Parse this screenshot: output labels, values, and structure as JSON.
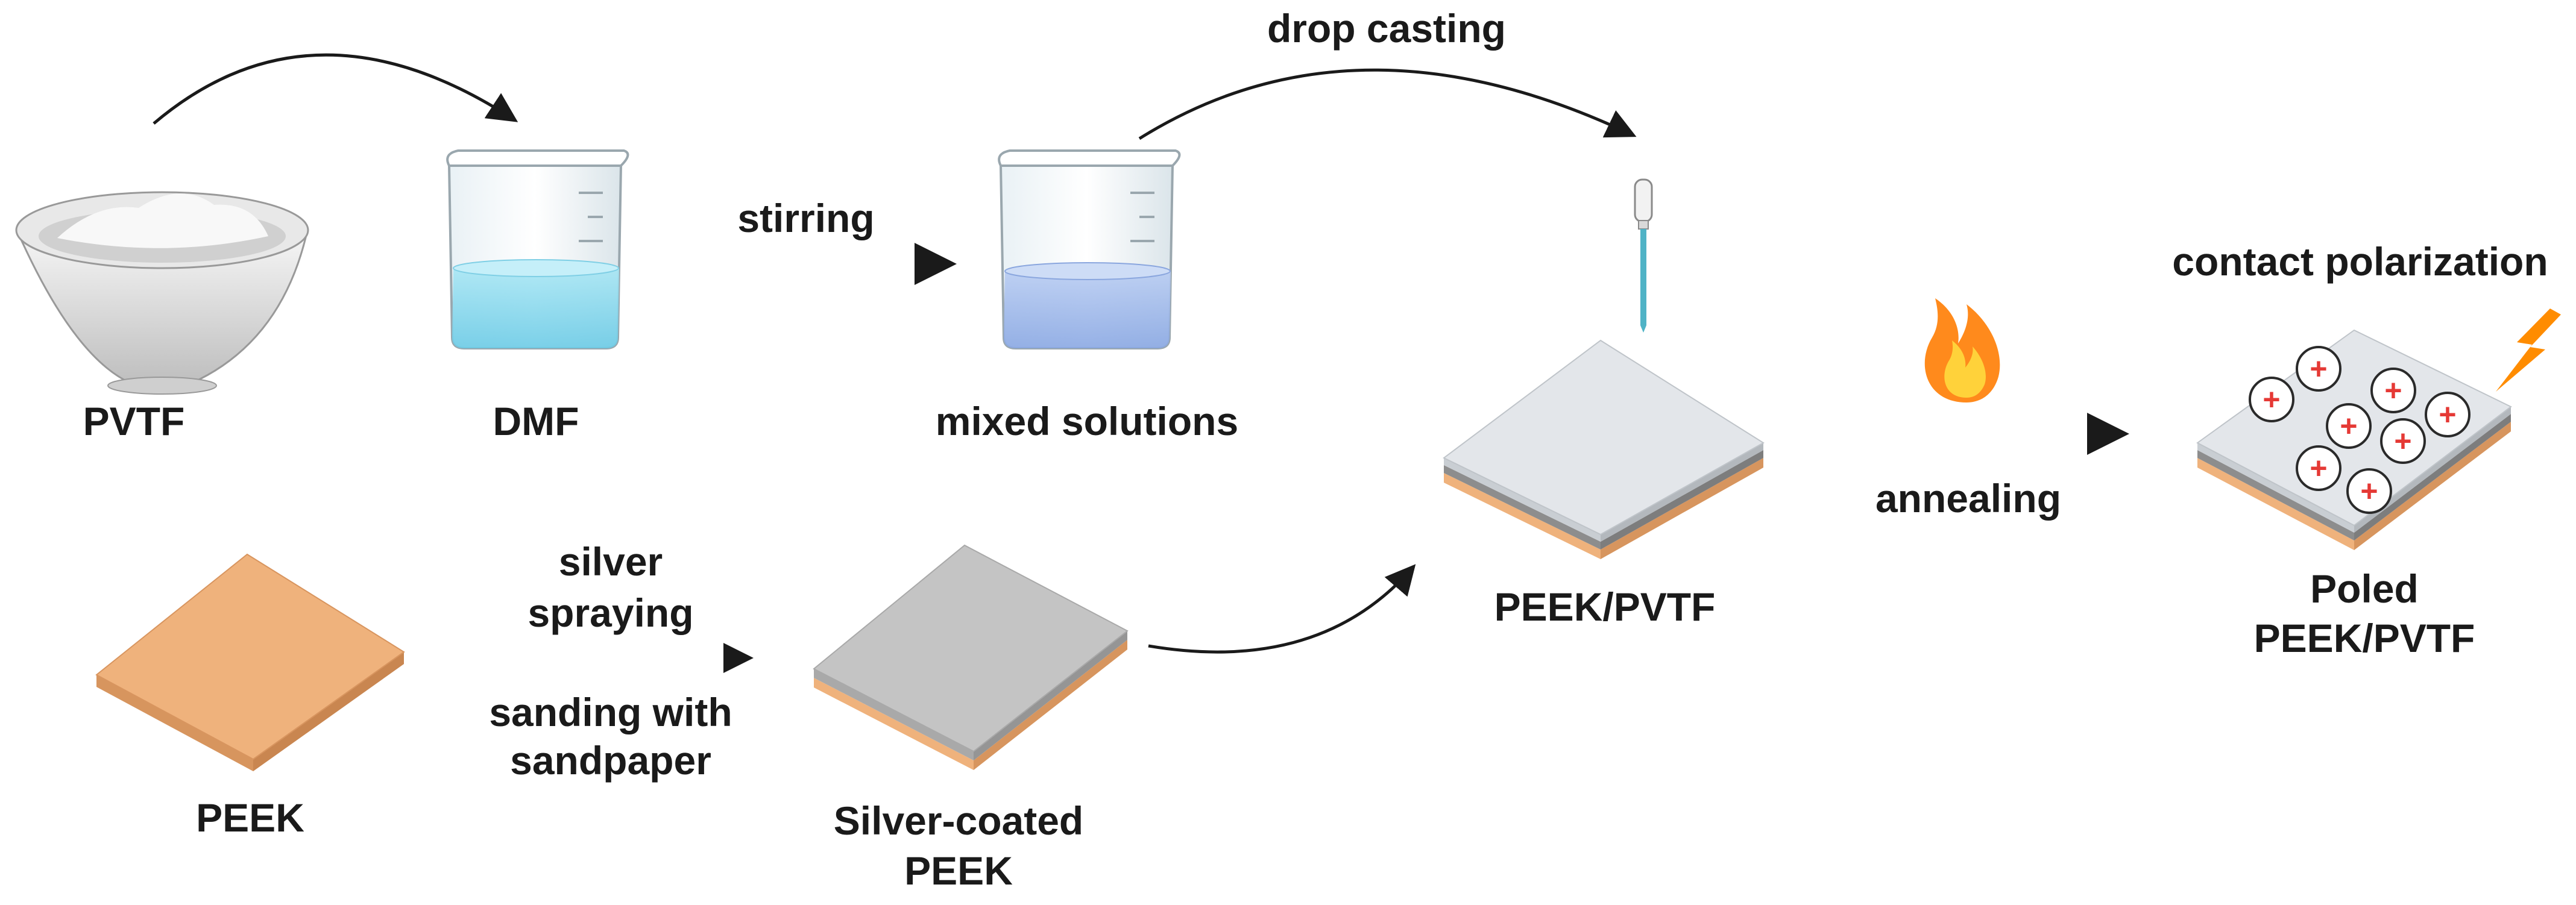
{
  "labels": {
    "pvtf": "PVTF",
    "dmf": "DMF",
    "mixed_solutions": "mixed solutions",
    "peek": "PEEK",
    "silver_coated_line1": "Silver-coated",
    "silver_coated_line2": "PEEK",
    "peek_pvtf": "PEEK/PVTF",
    "poled_line1": "Poled",
    "poled_line2": "PEEK/PVTF"
  },
  "steps": {
    "stirring": "stirring",
    "drop_casting": "drop casting",
    "silver_spraying_line1": "silver",
    "silver_spraying_line2": "spraying",
    "sanding_line1": "sanding with",
    "sanding_line2": "sandpaper",
    "annealing": "annealing",
    "contact_polarization": "contact polarization"
  },
  "charge_symbol": "+",
  "colors": {
    "text": "#1a1a1a",
    "arrow": "#1a1a1a",
    "peek_top": "#efb27c",
    "peek_side": "#d7955e",
    "silver_top": "#c4c4c4",
    "silver_side": "#a7a7a7",
    "pvtf_top": "#e3e6ea",
    "liquid_dmf": "#8fd9ee",
    "liquid_mixed": "#9ab7ec",
    "flame_outer": "#ff8a1c",
    "flame_inner": "#ffd23a",
    "lightning": "#ff8c00",
    "plus": "#e53935"
  }
}
